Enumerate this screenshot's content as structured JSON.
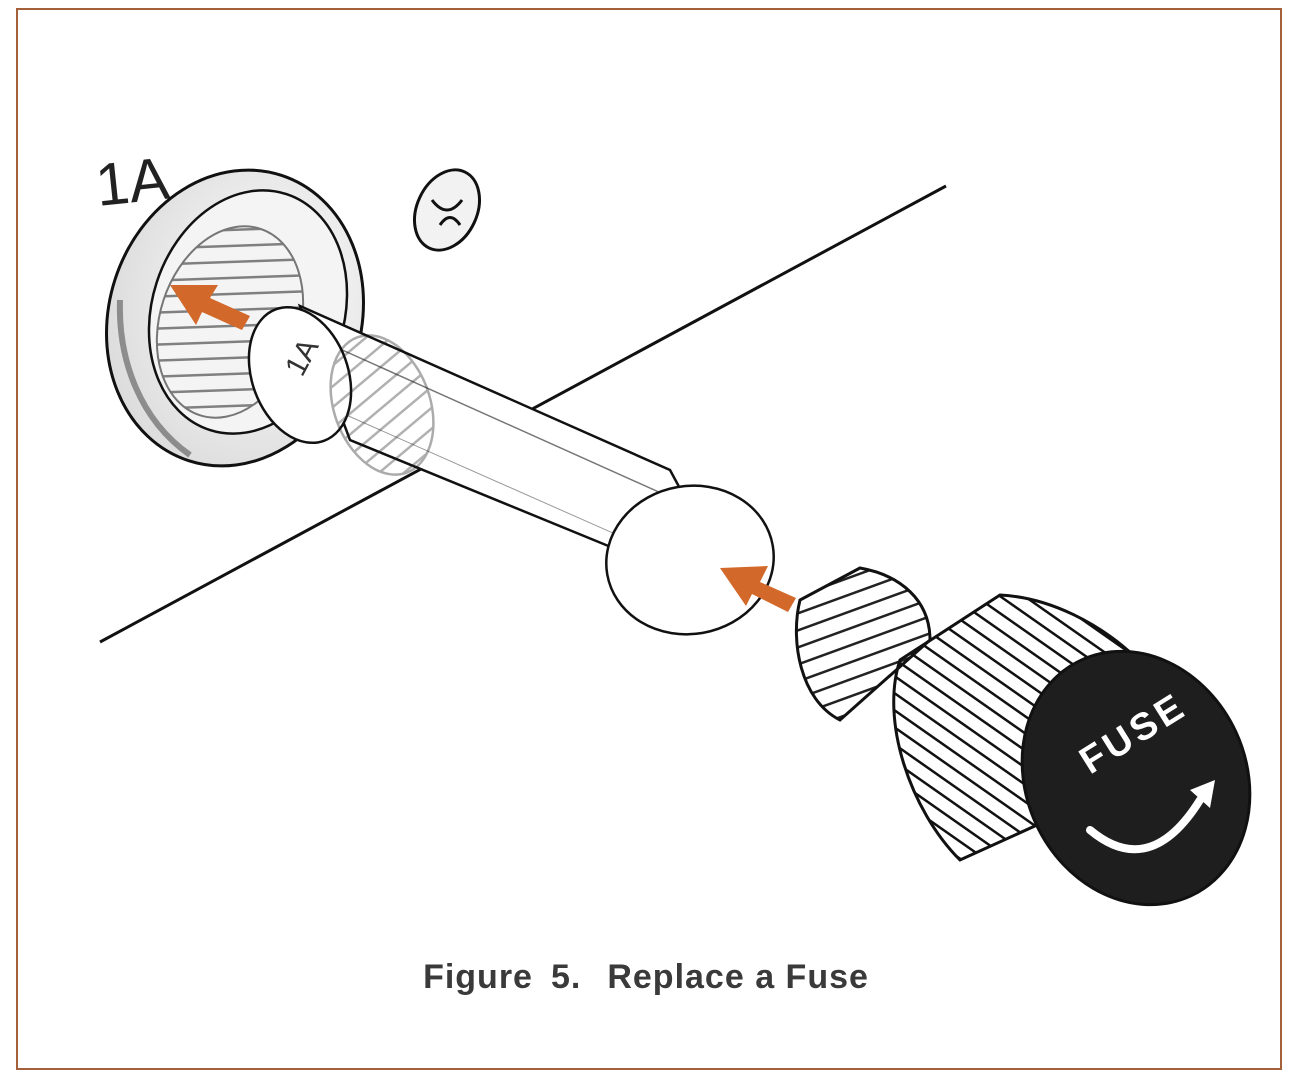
{
  "figure": {
    "caption_label": "Figure",
    "caption_number": "5.",
    "caption_title": "Replace a Fuse"
  },
  "labels": {
    "holder_rating": "1A",
    "fuse_rating": "1A",
    "cap_text": "FUSE"
  },
  "colors": {
    "frame": "#a3603b",
    "arrow": "#d2692a",
    "ink": "#1a1a1a",
    "cap_face": "#1e1e1e",
    "cap_text": "#ffffff"
  },
  "icons": {
    "insert_arrows": "arrow-right-icon",
    "rotate_indicator": "curved-arrow-icon"
  }
}
